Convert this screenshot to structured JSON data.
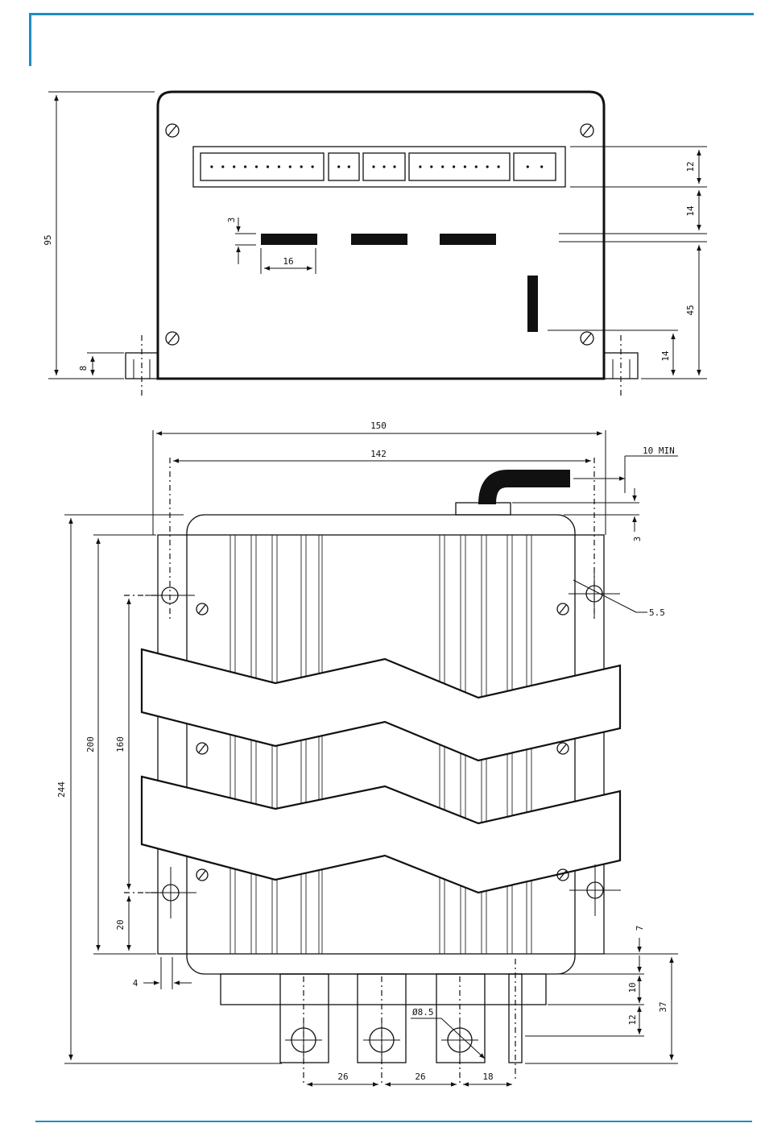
{
  "colors": {
    "frame_accent": "#1a8fc0",
    "ink": "#111111"
  },
  "top_view": {
    "dims": {
      "height": "95",
      "foot": "8",
      "conn_height": "12",
      "conn_offset": "14",
      "slot_pitch": "3",
      "slot_width": "16",
      "slot_to_bottom": "45",
      "screw_height": "14"
    }
  },
  "side_view": {
    "dims": {
      "overall_width": "150",
      "hole_pitch_width": "142",
      "cable_min": "10 MIN",
      "cable_offset": "3",
      "hole_dia": "5.5",
      "overall_length": "244",
      "body_length": "200",
      "hole_pitch_length": "160",
      "hole_bottom_offset": "20",
      "hole_edge_offset": "4",
      "bottom_offset_1": "7",
      "bottom_offset_2": "10",
      "terminal_height": "12",
      "terminal_depth": "37",
      "terminal_hole_dia": "Ø8.5",
      "terminal_pitch_1": "26",
      "terminal_pitch_2": "26",
      "terminal_pitch_3": "18"
    }
  }
}
